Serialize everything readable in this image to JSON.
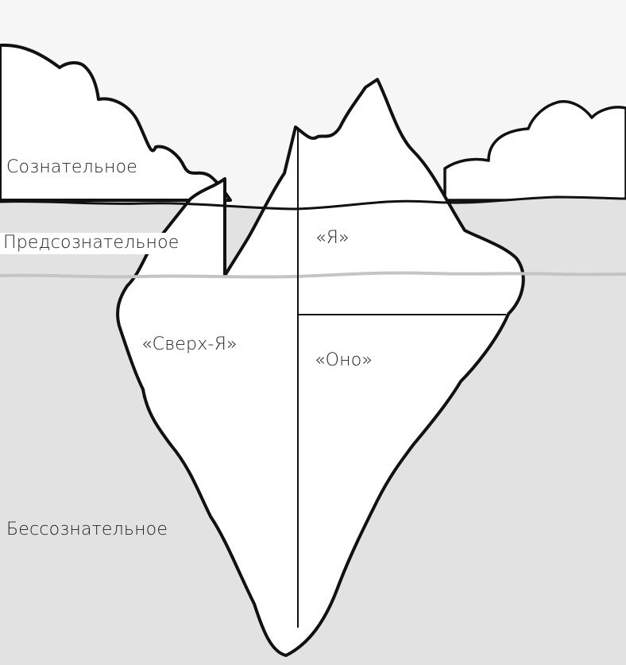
{
  "diagram": {
    "type": "iceberg-model",
    "layers": [
      {
        "id": "conscious",
        "label": "Сознательное"
      },
      {
        "id": "preconscious",
        "label": "Предсознательное"
      },
      {
        "id": "unconscious",
        "label": "Бессознательное"
      }
    ],
    "regions": [
      {
        "id": "ego",
        "label": "«Я»"
      },
      {
        "id": "superego",
        "label": "«Сверх-Я»"
      },
      {
        "id": "id",
        "label": "«Оно»"
      }
    ],
    "colors": {
      "sky": "#f6f6f6",
      "clouds": "#ffffff",
      "water": "#e2e2e2",
      "iceberg": "#ffffff",
      "outline": "#111111",
      "preconscious_line": "#c4c4c4"
    }
  }
}
